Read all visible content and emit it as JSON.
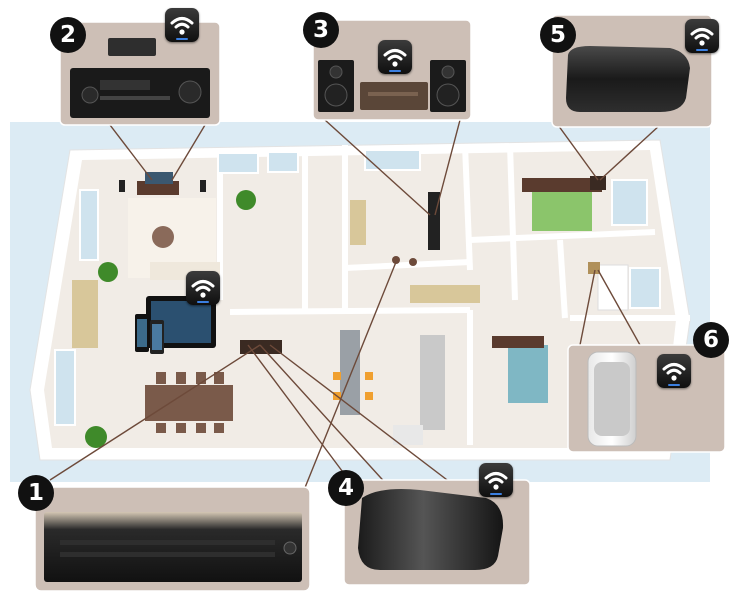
{
  "zones": [
    {
      "number": "1",
      "device": "network-audio-receiver"
    },
    {
      "number": "2",
      "device": "av-receiver"
    },
    {
      "number": "3",
      "device": "stereo-amplifier-with-bookshelf-speakers"
    },
    {
      "number": "4",
      "device": "wireless-speaker-large"
    },
    {
      "number": "5",
      "device": "wireless-speaker-medium"
    },
    {
      "number": "6",
      "device": "wireless-speaker-compact"
    }
  ],
  "colors": {
    "floor": "#f1ece6",
    "wall": "#ffffff",
    "bg_blue": "#dcebf4",
    "callout_panel": "#cdbfb6",
    "connector_line": "#6d4a3a",
    "badge": "#111111",
    "bed_green": "#8bc56b",
    "bed_teal": "#7fb7c4",
    "furniture_wood": "#6b4a3a"
  },
  "icons": [
    "wifi-icon",
    "plant-icon",
    "tablet-icon",
    "phone-icon"
  ]
}
